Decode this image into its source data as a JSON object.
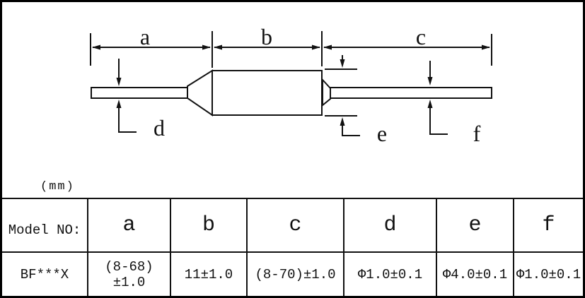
{
  "diagram": {
    "labels": {
      "a": "a",
      "b": "b",
      "c": "c",
      "d": "d",
      "e": "e",
      "f": "f"
    }
  },
  "units_label": "(mm)",
  "table": {
    "header": [
      "Model NO:",
      "a",
      "b",
      "c",
      "d",
      "e",
      "f"
    ],
    "rows": [
      [
        "BF***X",
        "(8-68)±1.0",
        "11±1.0",
        "(8-70)±1.0",
        "Φ1.0±0.1",
        "Φ4.0±0.1",
        "Φ1.0±0.1"
      ]
    ]
  },
  "colors": {
    "ink": "#111111",
    "background": "#ffffff"
  }
}
